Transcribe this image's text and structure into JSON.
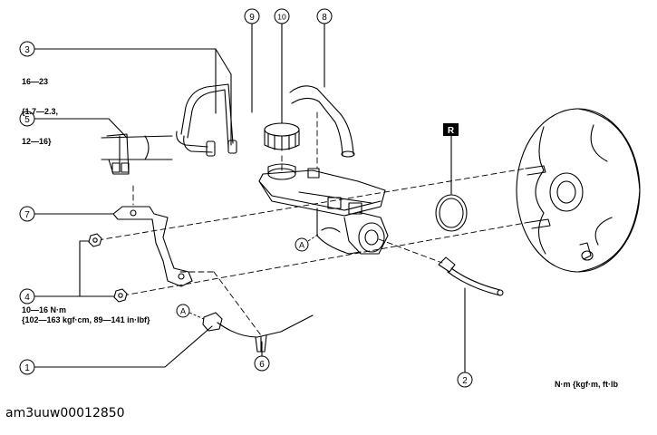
{
  "callouts": {
    "c1": "1",
    "c2": "2",
    "c3": "3",
    "c4": "4",
    "c5": "5",
    "c6": "6",
    "c7": "7",
    "c8": "8",
    "c9": "9",
    "c10": "10"
  },
  "torque_specs": {
    "item3": [
      "16—23",
      "{1.7—2.3,",
      "12—16}"
    ],
    "item4_line1": "10—16 N·m",
    "item4_line2": "{102—163 kgf·cm, 89—141 in·lbf}"
  },
  "markers": {
    "replace": "R",
    "point_a_upper": "A",
    "point_a_lower": "A"
  },
  "units_note": "N·m {kgf·m, ft·lb",
  "image_id": "am3uuw00012850"
}
